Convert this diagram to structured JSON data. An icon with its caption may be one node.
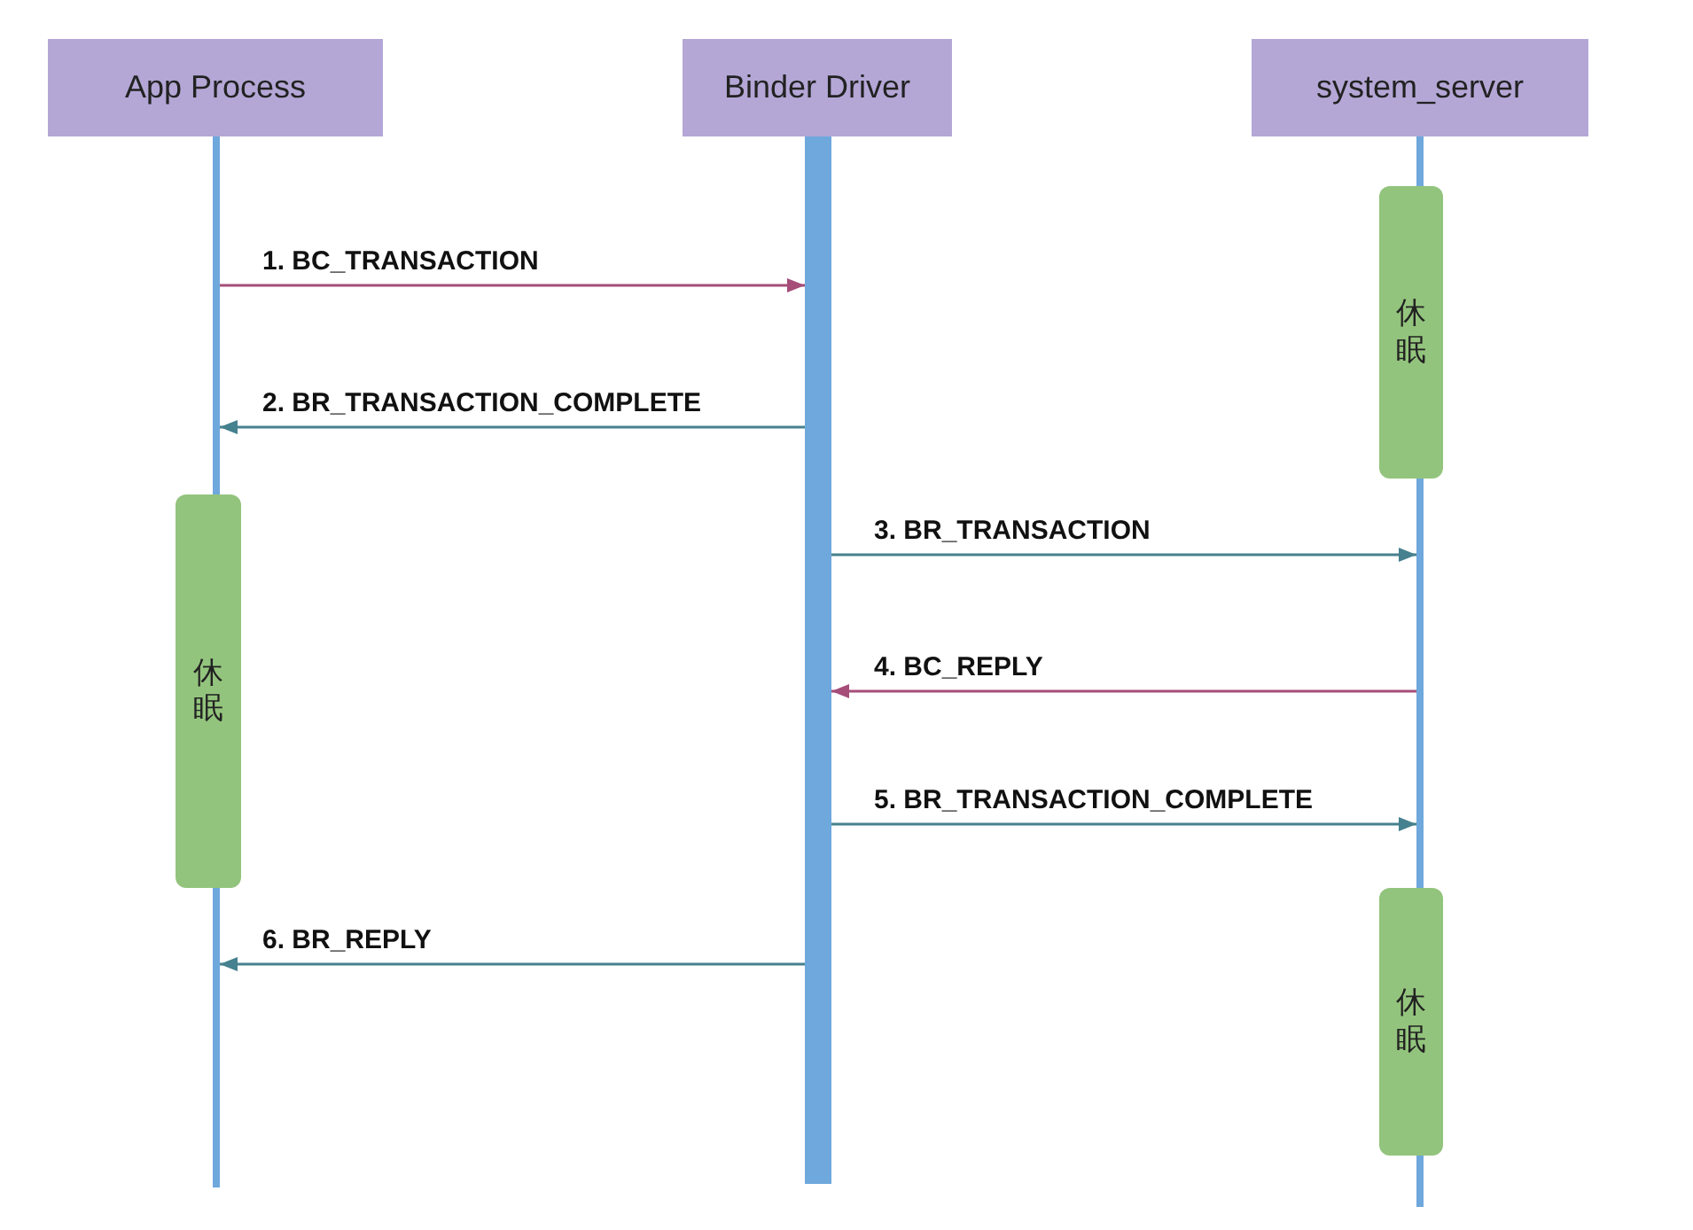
{
  "diagram": {
    "nodes": [
      {
        "text": [
          "App Process"
        ]
      },
      {
        "text": [
          "Binder Driver"
        ]
      },
      {
        "text": [
          "system_server"
        ]
      },
      {
        "text": [
          "休眠"
        ]
      },
      {
        "text": [
          "休眠"
        ]
      },
      {
        "text": [
          "休眠"
        ]
      },
      {
        "text": [],
        "shape": "bar"
      },
      {
        "text": [],
        "shape": "bar"
      },
      {
        "text": [],
        "shape": "bar"
      },
      {
        "text": [],
        "shape": "bar"
      },
      {
        "text": [],
        "shape": "bar"
      },
      {
        "text": [],
        "shape": "bar"
      }
    ],
    "edges": [
      {
        "from": 6,
        "to": 8,
        "arrow": "to",
        "label": "1. BC_TRANSACTION",
        "color": "#a64d79"
      },
      {
        "from": 8,
        "to": 6,
        "arrow": "to",
        "label": "2. BR_TRANSACTION_COMPLETE"
      },
      {
        "from": 8,
        "to": 9,
        "arrow": "to",
        "label": "3. BR_TRANSACTION"
      },
      {
        "from": 9,
        "to": 8,
        "arrow": "to",
        "label": "4. BC_REPLY",
        "color": "#a64d79"
      },
      {
        "from": 8,
        "to": 9,
        "arrow": "to",
        "label": "5. BR_TRANSACTION_COMPLETE"
      },
      {
        "from": 8,
        "to": 7,
        "arrow": "to",
        "label": "6. BR_REPLY"
      }
    ]
  }
}
